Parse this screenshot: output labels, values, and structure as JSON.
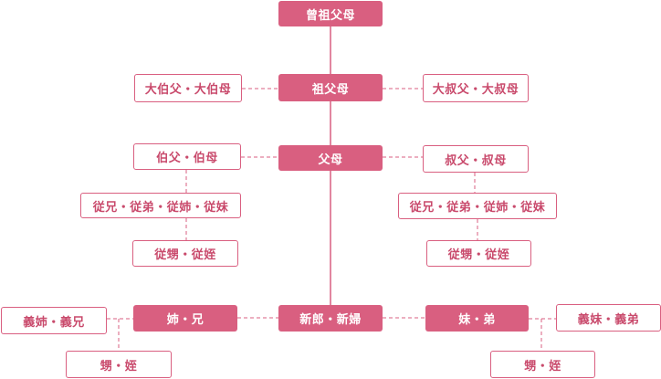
{
  "colors": {
    "accent": "#d95f80",
    "text_outline": "#c94a6c"
  },
  "nodes": {
    "great_grandparents": "曾祖父母",
    "grandparents": "祖父母",
    "great_uncle_aunt_elder": "大伯父・大伯母",
    "great_uncle_aunt_younger": "大叔父・大叔母",
    "parents": "父母",
    "uncle_aunt_elder": "伯父・伯母",
    "uncle_aunt_younger": "叔父・叔母",
    "cousins_left": "従兄・従弟・従姉・従妹",
    "cousins_right": "従兄・従弟・従姉・従妹",
    "cousin_children_left": "従甥・従姪",
    "cousin_children_right": "従甥・従姪",
    "couple": "新郎・新婦",
    "elder_siblings": "姉・兄",
    "younger_siblings": "妹・弟",
    "elder_in_laws": "義姉・義兄",
    "younger_in_laws": "義妹・義弟",
    "nephew_niece_left": "甥・姪",
    "nephew_niece_right": "甥・姪"
  }
}
